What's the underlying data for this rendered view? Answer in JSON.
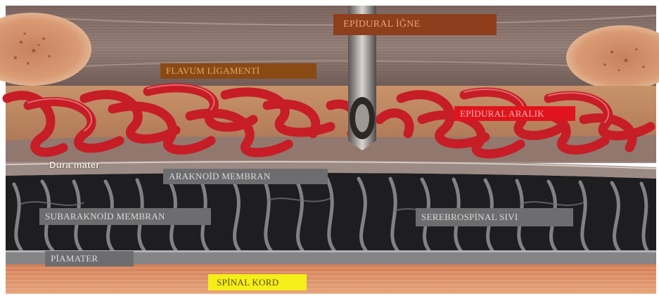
{
  "labels": {
    "epidural_needle": "EPİDURAL İĞNE",
    "flavum_ligament": "FLAVUM LİGAMENTİ",
    "epidural_space": "EPİDURAL ARALIK",
    "dura_mater": "Dura mater",
    "arachnoid_membrane": "ARAKNOİD MEMBRAN",
    "subarachnoid_membrane": "SUBARAKNOİD MEMBRAN",
    "csf": "SEREBROSPİNAL SIVI",
    "pia_mater": "PİAMATER",
    "spinal_cord": "SPİNAL KORD"
  },
  "colors": {
    "ligament": "#8a7670",
    "vessels": "#c8202a",
    "fat": "#d8a274",
    "dura": "#8a7a76",
    "subarachnoid": "#2a2a2c",
    "pia": "#8a8a8c",
    "cord": "#d98c62"
  }
}
